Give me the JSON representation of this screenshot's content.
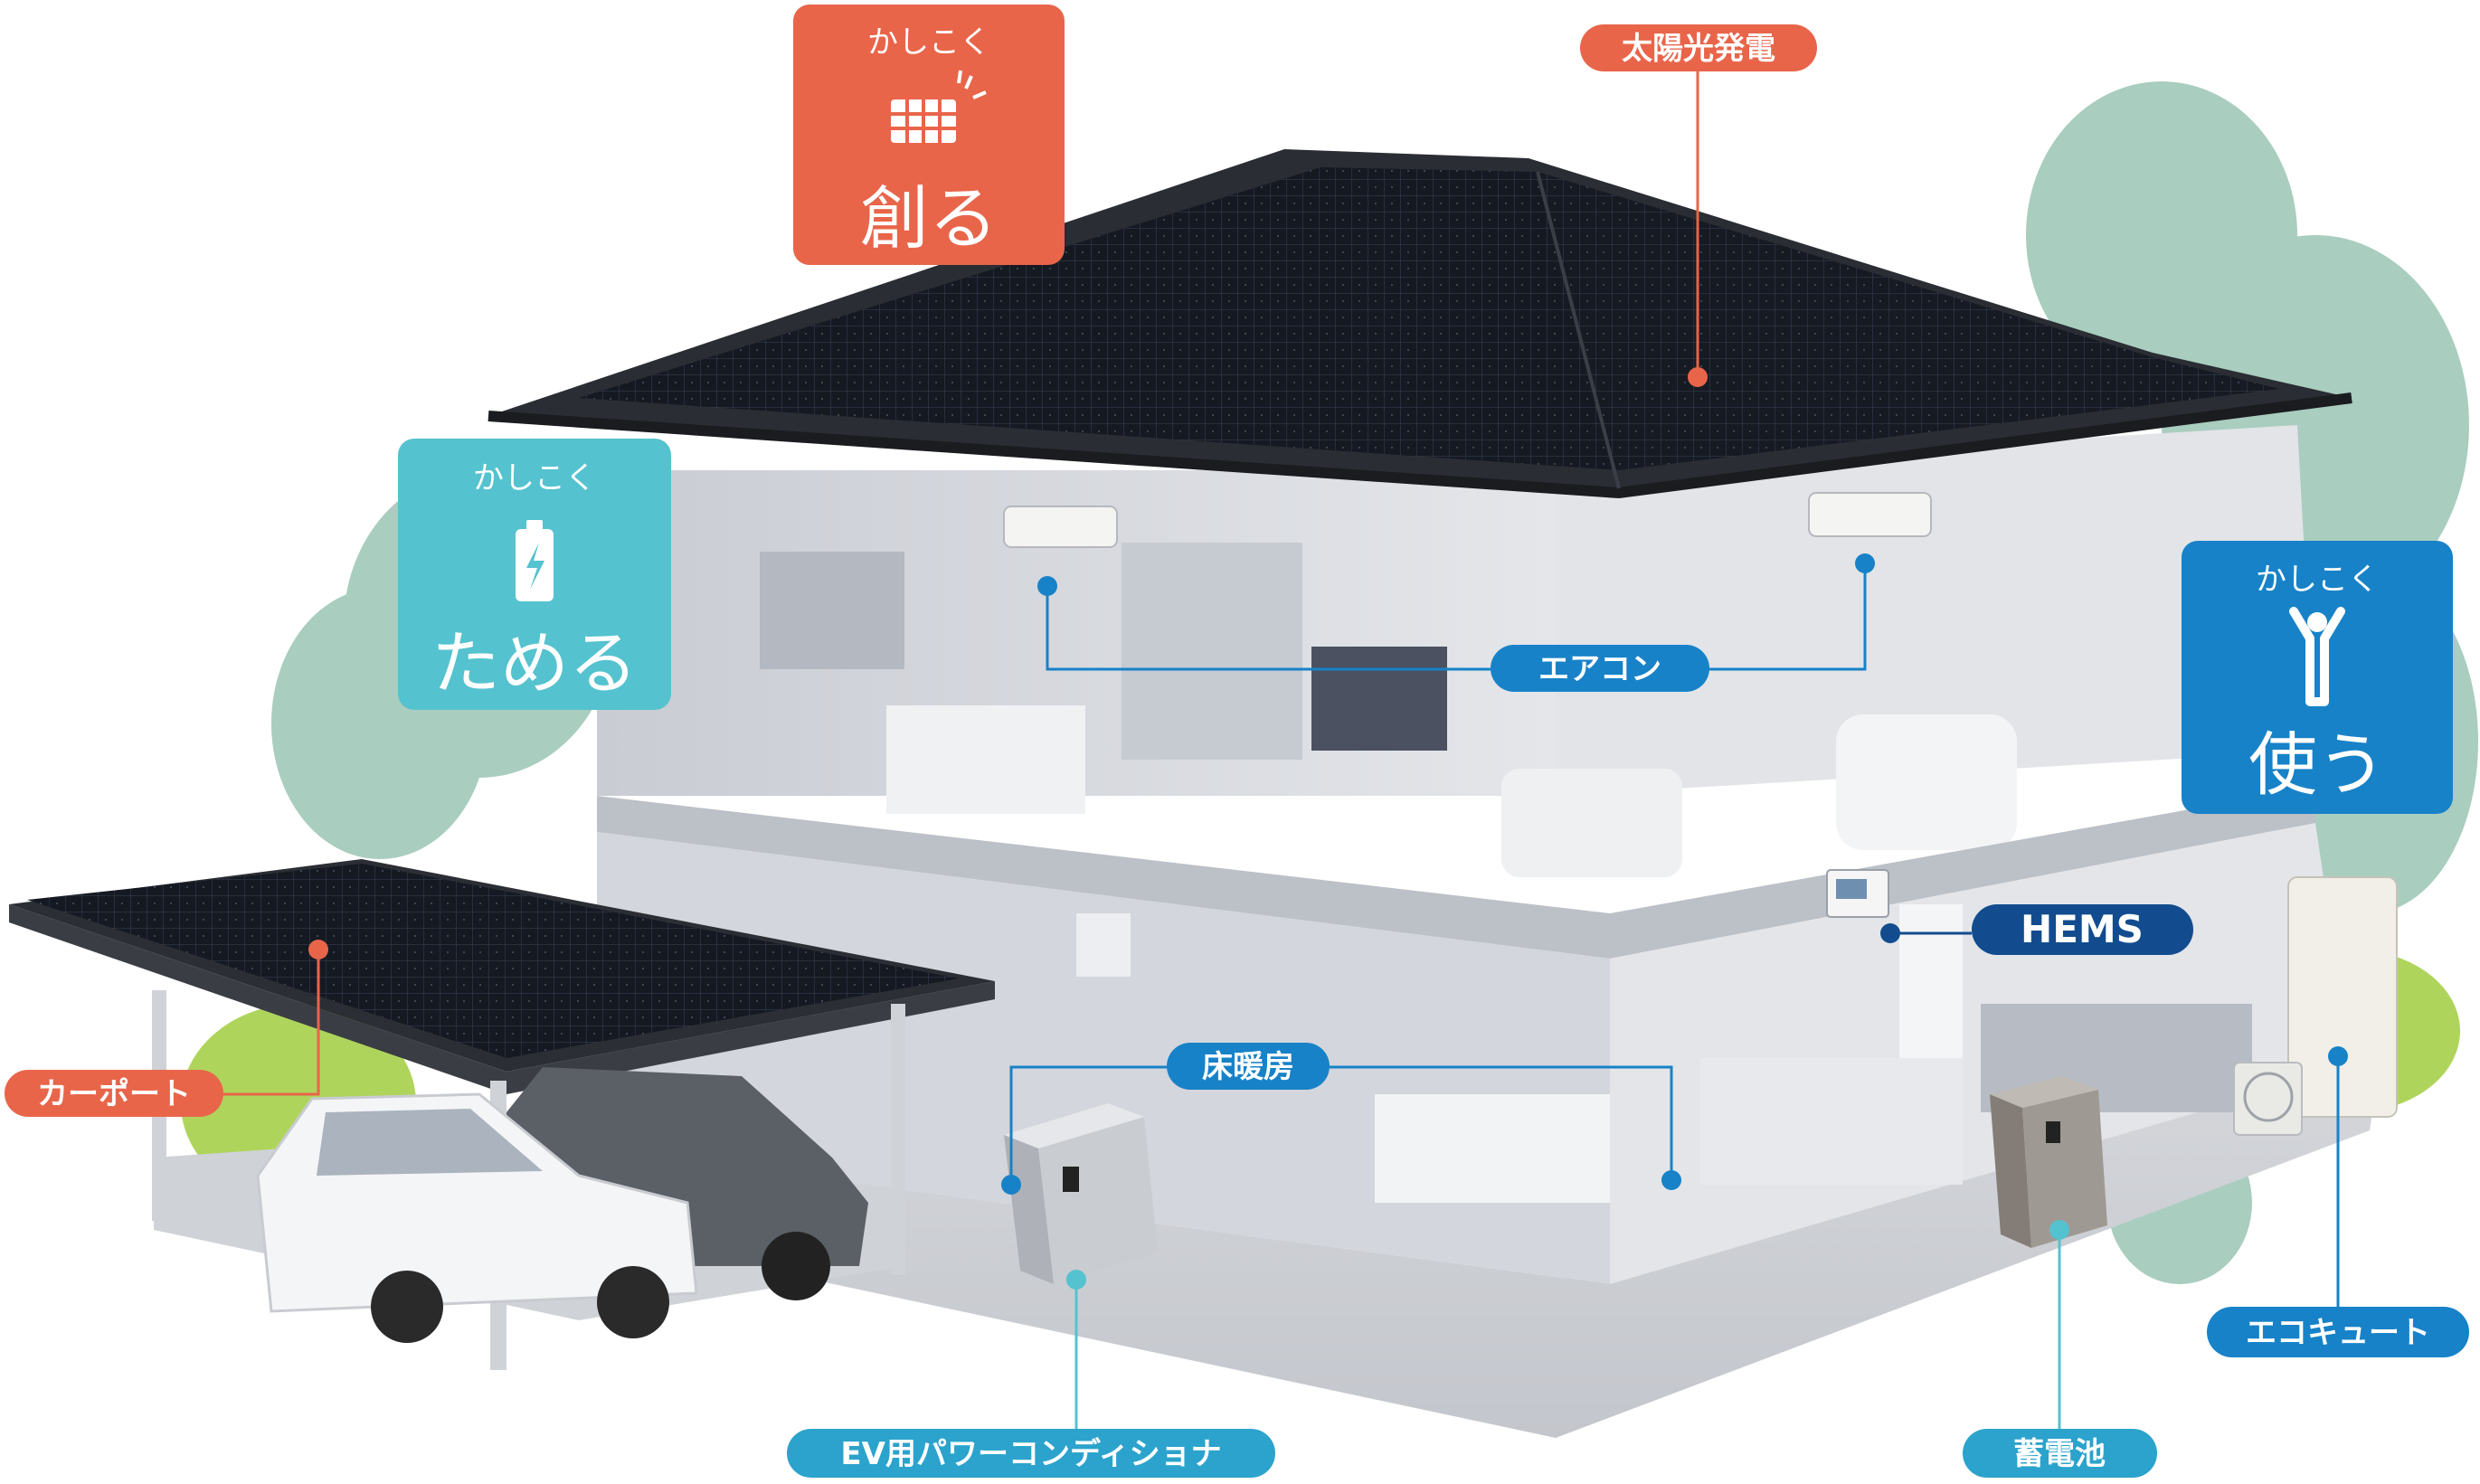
{
  "colors": {
    "create": "#e8654a",
    "store": "#55c2cf",
    "use": "#1782c8",
    "label_navy": "#124c8e",
    "label_teal": "#2ba3cc",
    "label_orange": "#e8654a",
    "roof": "#171a22",
    "wall": "#d6d9df",
    "greenery": "#a8ccbe",
    "lawn": "#a6cf4a"
  },
  "cards": {
    "create": {
      "kicker": "かしこく",
      "title": "創る",
      "icon": "solar-panel-icon"
    },
    "store": {
      "kicker": "かしこく",
      "title": "ためる",
      "icon": "battery-icon"
    },
    "use": {
      "kicker": "かしこく",
      "title": "使う",
      "icon": "person-icon"
    }
  },
  "labels": {
    "solar": "太陽光発電",
    "aircon": "エアコン",
    "hems": "HEMS",
    "floor_heating": "床暖房",
    "carport": "カーポート",
    "ecocute": "エコキュート",
    "ev_pcs": "EV用パワーコンディショナ",
    "battery": "蓄電池"
  }
}
